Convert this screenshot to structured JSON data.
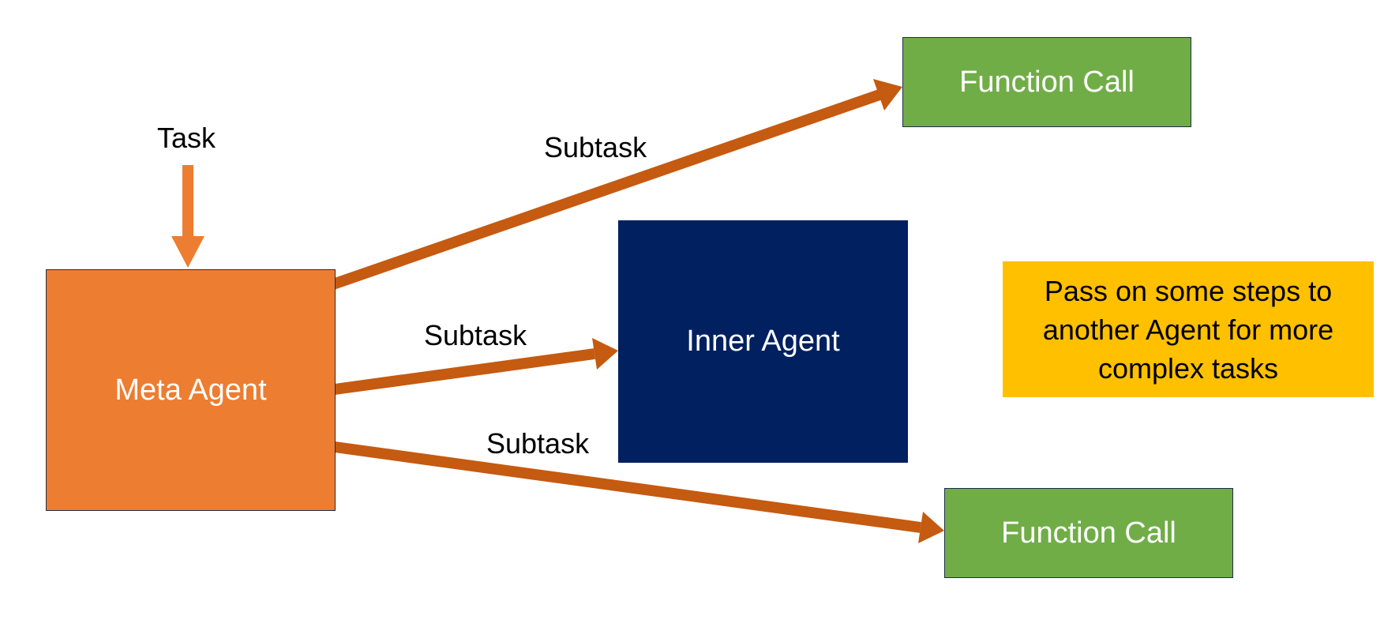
{
  "diagram": {
    "input_label": "Task",
    "nodes": {
      "meta_agent": "Meta Agent",
      "inner_agent": "Inner Agent",
      "function_call_top": "Function Call",
      "function_call_bottom": "Function Call"
    },
    "edge_labels": {
      "to_function_call_top": "Subtask",
      "to_inner_agent": "Subtask",
      "to_function_call_bottom": "Subtask"
    },
    "note": "Pass on some steps to another Agent for more complex tasks"
  },
  "colors": {
    "meta_agent_fill": "#ed7d31",
    "inner_agent_fill": "#002060",
    "function_call_fill": "#70ad47",
    "note_fill": "#ffc000",
    "task_arrow": "#ed7d31",
    "subtask_arrows": "#c55a11"
  }
}
